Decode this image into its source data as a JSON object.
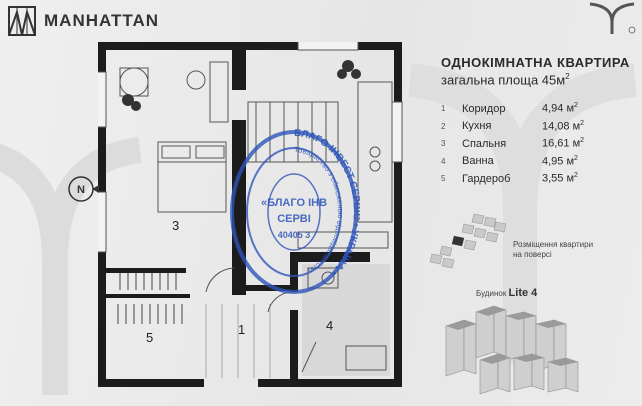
{
  "brand": {
    "name": "MANHATTAN"
  },
  "heading": {
    "title": "ОДНОКІМНАТНА КВАРТИРА",
    "area_label": "загальна площа 45",
    "area_unit": "м",
    "area_sup": "2"
  },
  "rooms": [
    {
      "num": "1",
      "name": "Коридор",
      "value": "4,94 м",
      "sup": "2"
    },
    {
      "num": "2",
      "name": "Кухня",
      "value": "14,08 м",
      "sup": "2"
    },
    {
      "num": "3",
      "name": "Спальня",
      "value": "16,61 м",
      "sup": "2"
    },
    {
      "num": "4",
      "name": "Ванна",
      "value": "4,95 м",
      "sup": "2"
    },
    {
      "num": "5",
      "name": "Гардероб",
      "value": "3,55 м",
      "sup": "2"
    }
  ],
  "plan_labels": {
    "r1": "1",
    "r3": "3",
    "r4": "4",
    "r5": "5",
    "compass": "N"
  },
  "floor_location": {
    "line1": "Розміщення квартири",
    "line2": "на поверсі"
  },
  "building": {
    "prefix": "Будинок",
    "name": "Lite 4"
  },
  "stamp": {
    "outer_text": "БЛАГО ІНВЕСТ СЕРВІС • УКРАЇНА •",
    "inner_text": "Товариство з обмеженою відповідальністю",
    "center_1": "«БЛАГО ІНВ",
    "center_2": "СЕРВІ",
    "code": "40405 3",
    "color": "#2d55b8"
  },
  "colors": {
    "wall": "#1c1c1c",
    "text": "#2a2a2a",
    "background": "#ebebeb"
  }
}
